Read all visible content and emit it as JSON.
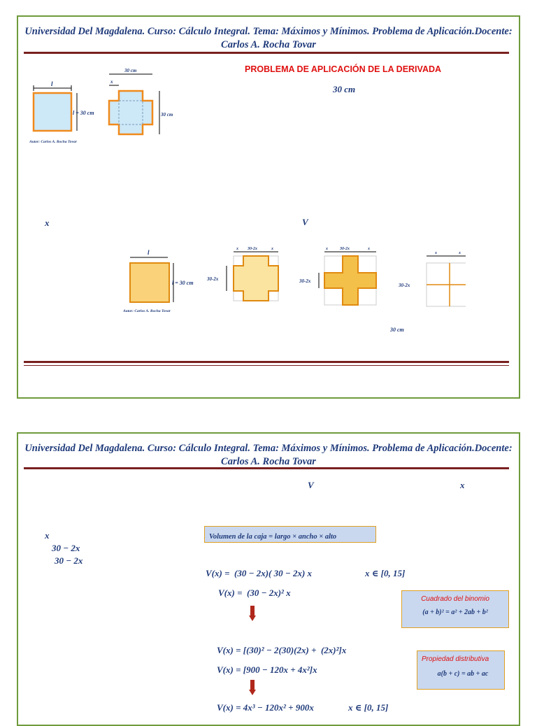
{
  "header": "Universidad Del Magdalena. Curso: Cálculo Integral. Tema: Máximos y Mínimos. Problema de Aplicación.Docente: Carlos A. Rocha Tovar",
  "page1": {
    "title": "PROBLEMA DE APLICACIÓN DE LA DERIVADA",
    "side_value": "30 cm",
    "fig1": {
      "l_label": "l",
      "l_value": "l = 30 cm",
      "author": "Autor: Carlos A. Rocha Tovar",
      "width_label": "30 cm",
      "x_label": "x",
      "height_label": "30 cm"
    },
    "var_x": "x",
    "var_V": "V",
    "fig2": {
      "l_label": "l",
      "l_value": "l = 30 cm",
      "author": "Autor: Carlos A. Rocha Tovar",
      "x": "x",
      "mid": "30-2x",
      "bottom": "30 cm"
    }
  },
  "page2": {
    "var_V": "V",
    "var_x_right": "x",
    "var_x": "x",
    "dim1": "30 − 2x",
    "dim2": "30 − 2x",
    "volume_box": "Volumen de la caja = largo × ancho × alto",
    "eq1": "V(x) =  (30 − 2x)( 30 − 2x) x",
    "domain1": "x ∈ [0, 15]",
    "eq2": "V(x) =  (30 − 2x)² x",
    "binomio_title": "Cuadrado del binomio",
    "binomio_formula": "(a + b)² = a² + 2ab + b²",
    "eq3": "V(x) = [(30)² − 2(30)(2x) +  (2x)²]x",
    "eq4": "V(x) = [900 − 120x + 4x²]x",
    "distrib_title": "Propiedad distributiva",
    "distrib_formula": "a(b + c) = ab + ac",
    "eq5": "V(x) = 4x³ − 120x² + 900x",
    "domain2": "x ∈ [0, 15]"
  }
}
